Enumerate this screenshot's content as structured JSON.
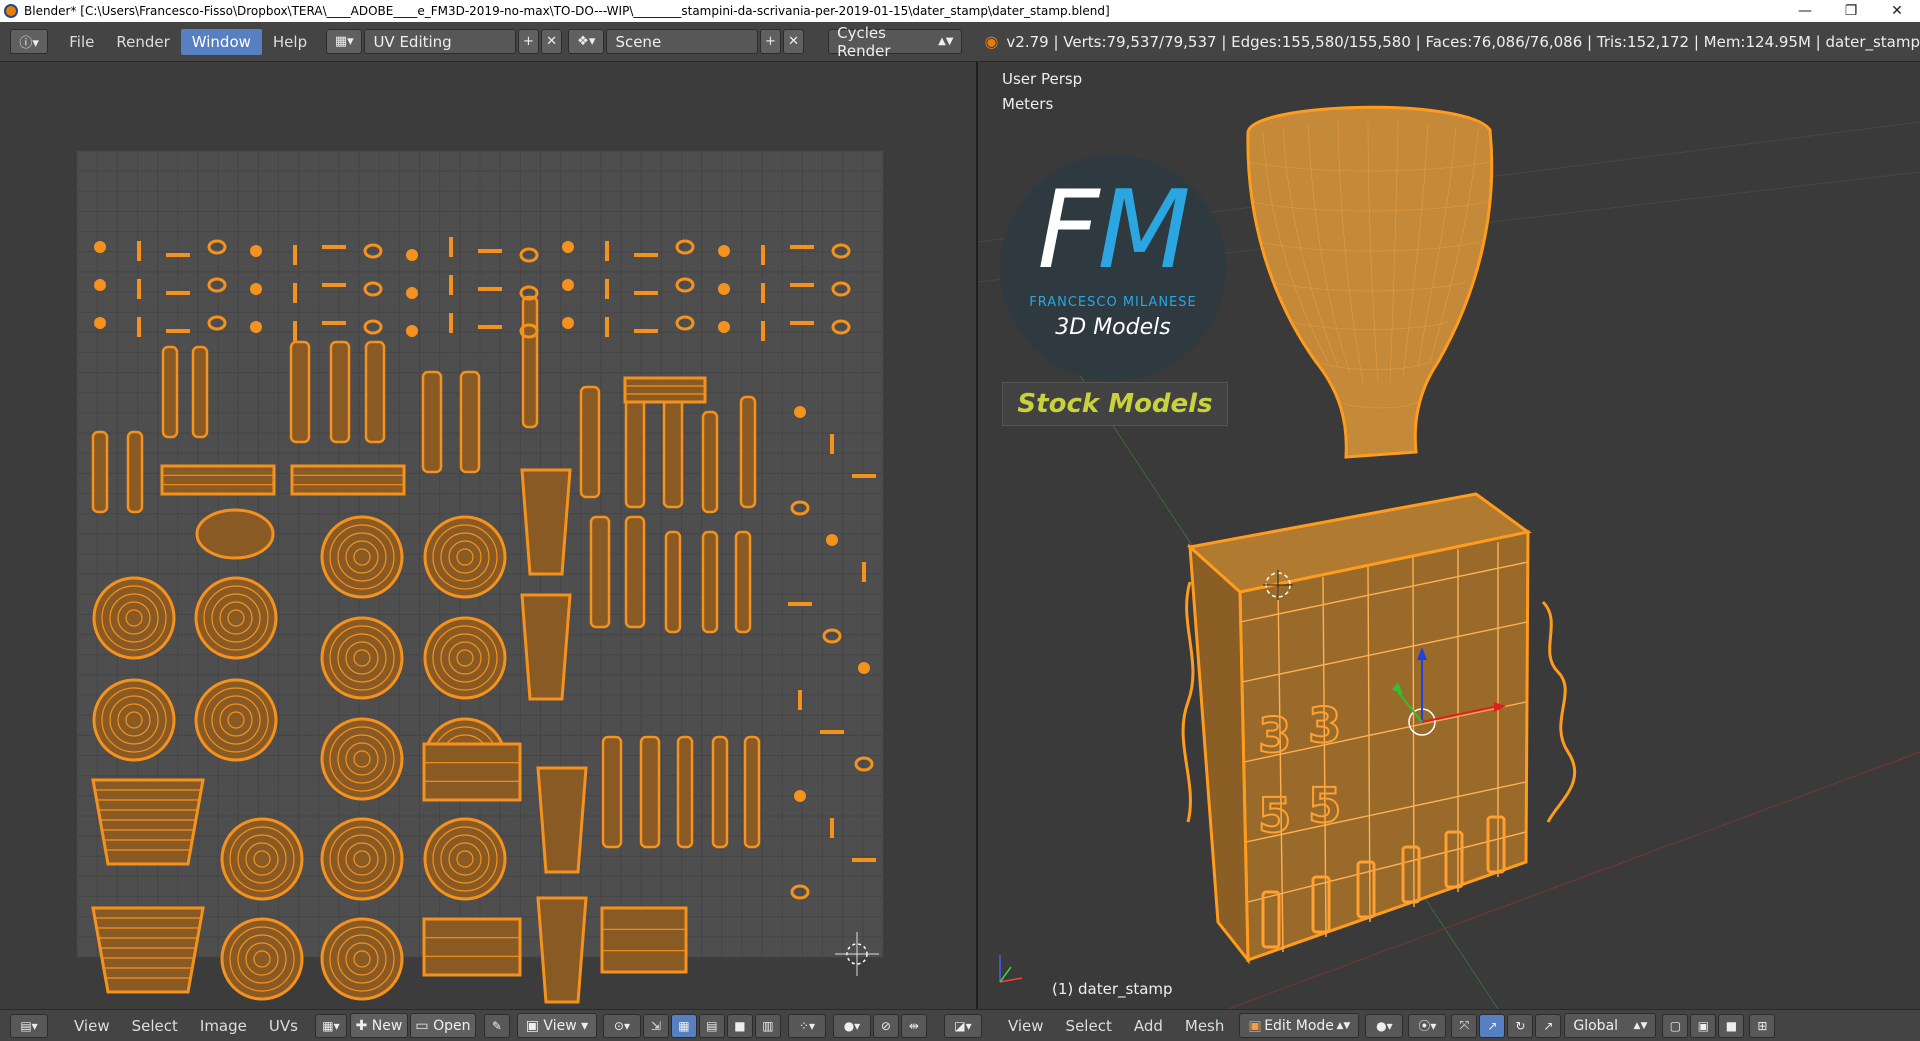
{
  "window_title": "Blender* [C:\\Users\\Francesco-Fisso\\Dropbox\\TERA\\____ADOBE____e_FM3D-2019-no-max\\TO-DO---WIP\\________stampini-da-scrivania-per-2019-01-15\\dater_stamp\\dater_stamp.blend]",
  "top_menu": [
    "File",
    "Render",
    "Window",
    "Help"
  ],
  "screen_layout": "UV Editing",
  "scene": "Scene",
  "render_engine": "Cycles Render",
  "stats": "v2.79 | Verts:79,537/79,537 | Edges:155,580/155,580 | Faces:76,086/76,086 | Tris:152,172 | Mem:124.95M | dater_stamp",
  "viewport": {
    "view_name": "User Persp",
    "units": "Meters",
    "object_label": "(1) dater_stamp"
  },
  "logo": {
    "letters": "FM",
    "name": "FRANCESCO MILANESE",
    "sub": "3D Models",
    "tag": "Stock Models"
  },
  "uv_footer": [
    "View",
    "Select",
    "Image",
    "UVs"
  ],
  "uv_new": "New",
  "uv_open": "Open",
  "uv_view": "View",
  "vp_footer": [
    "View",
    "Select",
    "Add",
    "Mesh"
  ],
  "mode": "Edit Mode",
  "orientation": "Global",
  "colors": {
    "accent": "#5680c2",
    "mesh": "#f5921e",
    "panel": "#444444"
  }
}
